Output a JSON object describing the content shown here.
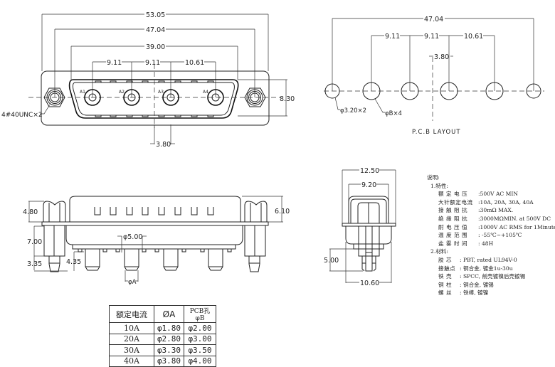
{
  "front_view": {
    "dim_overall_width": "53.05",
    "dim_mount_hole_pitch": "47.04",
    "dim_shell_width": "39.00",
    "dim_pitch_1": "9.11",
    "dim_pitch_2": "9.11",
    "dim_pitch_3": "10.61",
    "dim_shell_height": "8.30",
    "dim_center_offset": "3.80",
    "thread_label": "4#40UNC×2",
    "contact_labels": [
      "A1",
      "A2",
      "A3",
      "A4"
    ]
  },
  "pcb_layout": {
    "dim_mount_hole_pitch": "47.04",
    "dim_pitch_1": "9.11",
    "dim_pitch_2": "9.11",
    "dim_pitch_3": "10.61",
    "dim_center_offset": "3.80",
    "mount_hole_label": "φ3.20×2",
    "contact_hole_label": "φB×4",
    "title": "P.C.B LAYOUT"
  },
  "side_view": {
    "dim_nut_height": "4.80",
    "dim_shell_height": "6.10",
    "dim_standoff": "7.00",
    "dim_tail": "3.35",
    "dim_contact_tail": "4.35",
    "dim_contact_diameter": "φ5.00",
    "contact_dia_label": "φA"
  },
  "end_view": {
    "dim_flange_width": "12.50",
    "dim_shell_width": "9.20",
    "dim_tail_length": "5.00",
    "dim_body_width": "10.60"
  },
  "notes": {
    "title": "说明:",
    "section1_title": "1.特性:",
    "section1": [
      {
        "key": "额 定 电 压",
        "value": ":500V AC MIN"
      },
      {
        "key": "大针额定电流",
        "value": ":10A, 20A, 30A, 40A"
      },
      {
        "key": "接 触 阻 抗",
        "value": ":30mΩ MAX."
      },
      {
        "key": "绝 缘 阻 抗",
        "value": ":3000MΩMIN. at 500V DC"
      },
      {
        "key": "耐 电 压 值",
        "value": ":1000V AC RMS for 1Minute"
      },
      {
        "key": "温 度 范 围",
        "value": ": -55℃~+105℃"
      },
      {
        "key": "盐 雾 时 间",
        "value": ": 48H"
      }
    ],
    "section2_title": "2.材料:",
    "section2": [
      {
        "key": "胶 芯",
        "value": ": PBT, rated UL94V-0"
      },
      {
        "key": "接触点",
        "value": ": 铜合金, 镀金1u-30u"
      },
      {
        "key": "铁 壳",
        "value": ": SPCC, 前壳镀镍后壳镀锡"
      },
      {
        "key": "铜 柱",
        "value": ": 铜合金, 镀锡"
      },
      {
        "key": "螺 丝",
        "value": ": 铁棒, 镀镍"
      }
    ]
  },
  "spec_table": {
    "headers": [
      "额定电流",
      "ØA",
      "PCB孔φB"
    ],
    "rows": [
      [
        "10A",
        "φ1.80",
        "φ2.00"
      ],
      [
        "20A",
        "φ2.80",
        "φ3.00"
      ],
      [
        "30A",
        "φ3.30",
        "φ3.50"
      ],
      [
        "40A",
        "φ3.80",
        "φ4.00"
      ]
    ]
  }
}
